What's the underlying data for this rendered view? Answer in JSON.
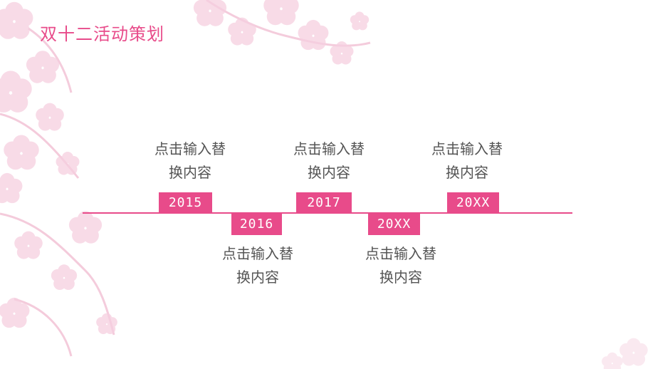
{
  "slide": {
    "title": "双十二活动策划",
    "accent_color": "#e84b8a",
    "background_art": "pink-cherry-blossom"
  },
  "timeline": {
    "events": [
      {
        "year": "2015",
        "line1": "点击输入替",
        "line2": "换内容",
        "text_side": "above"
      },
      {
        "year": "2016",
        "line1": "点击输入替",
        "line2": "换内容",
        "text_side": "below"
      },
      {
        "year": "2017",
        "line1": "点击输入替",
        "line2": "换内容",
        "text_side": "above"
      },
      {
        "year": "20XX",
        "line1": "点击输入替",
        "line2": "换内容",
        "text_side": "below"
      },
      {
        "year": "20XX",
        "line1": "点击输入替",
        "line2": "换内容",
        "text_side": "above"
      }
    ]
  }
}
